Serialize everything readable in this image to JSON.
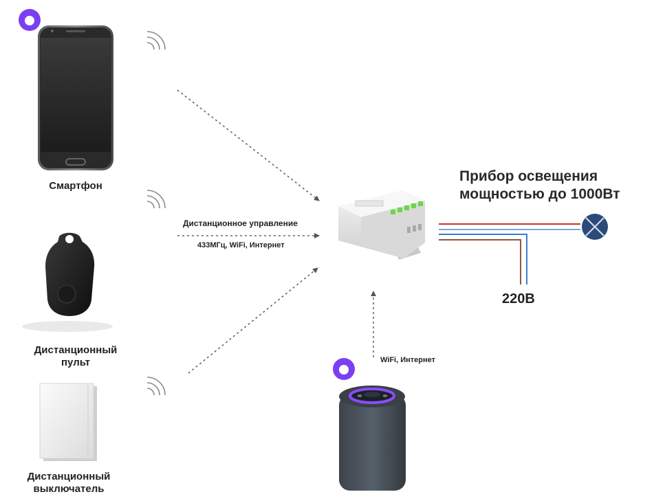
{
  "devices": {
    "smartphone": {
      "label": "Смартфон"
    },
    "remote": {
      "label_line1": "Дистанционный",
      "label_line2": "пульт"
    },
    "wall_switch": {
      "label_line1": "Дистанционный",
      "label_line2": "выключатель"
    },
    "speaker": {
      "label": "WiFi, Интернет"
    }
  },
  "signal": {
    "title": "Дистанционное управление",
    "subtitle": "433МГц, WiFi, Интернет"
  },
  "lamp": {
    "title_line1": "Прибор освещения",
    "title_line2": "мощностью до 1000Вт"
  },
  "power": {
    "label": "220В"
  },
  "colors": {
    "alice_purple": "#7b3ff2",
    "wire_red": "#c0392b",
    "wire_blue": "#3a7bd5",
    "wire_brown": "#8b5a3c",
    "lamp_blue": "#2b4a78",
    "relay_green": "#6bd64a"
  },
  "icons": [
    "alice-logo-icon",
    "wifi-signal-icon",
    "lamp-symbol-icon"
  ]
}
